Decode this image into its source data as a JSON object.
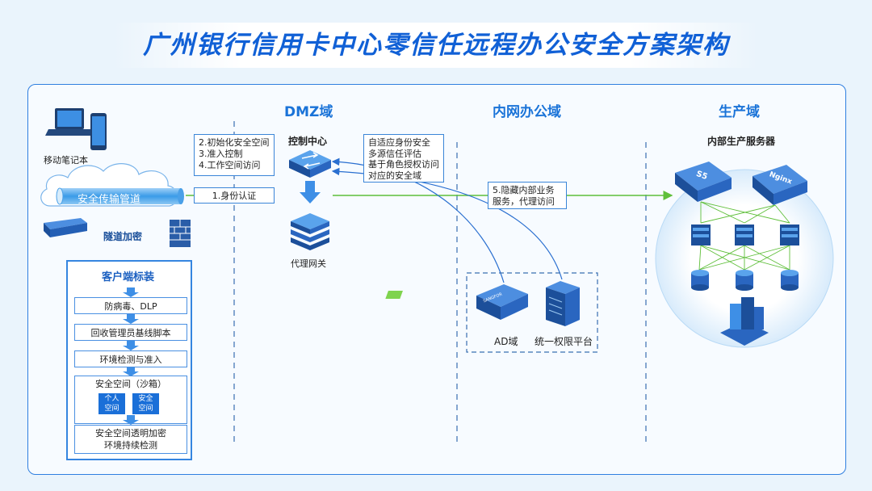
{
  "title": "广州银行信用卡中心零信任远程办公安全方案架构",
  "zones": {
    "dmz": "DMZ域",
    "intranet": "内网办公域",
    "production": "生产域"
  },
  "client_area": {
    "laptop_label": "移动笔记本",
    "tunnel_label": "安全传输管道",
    "tunnel_encrypt_label": "隧道加密"
  },
  "client_package": {
    "title": "客户端标装",
    "steps": [
      "防病毒、DLP",
      "回收管理员基线脚本",
      "环境检测与准入",
      "安全空间（沙箱）"
    ],
    "sandbox_items": [
      [
        "个人",
        "空间"
      ],
      [
        "安全",
        "空间"
      ]
    ],
    "final_step": [
      "安全空间透明加密",
      "环境持续检测"
    ]
  },
  "dmz": {
    "steps_box": [
      "2.初始化安全空间",
      "3.准入控制",
      "4.工作空间访问"
    ],
    "auth_label": "1.身份认证",
    "control_center": "控制中心",
    "proxy_gateway": "代理网关"
  },
  "intranet": {
    "policy_box": [
      "自适应身份安全",
      "多源信任评估",
      "基于角色授权访问",
      "对应的安全域"
    ],
    "hide_box": [
      "5.隐藏内部业务",
      "服务，代理访问"
    ],
    "ad_label": "AD域",
    "permission_label": "统一权限平台",
    "server_brand": "SANGFOR"
  },
  "production": {
    "title": "内部生产服务器",
    "server1_label": "S5",
    "server2_label": "Nginx"
  },
  "colors": {
    "accent": "#1a73d8",
    "arrow_green": "#5fbf3a",
    "panel_border": "#2f7fe0"
  }
}
